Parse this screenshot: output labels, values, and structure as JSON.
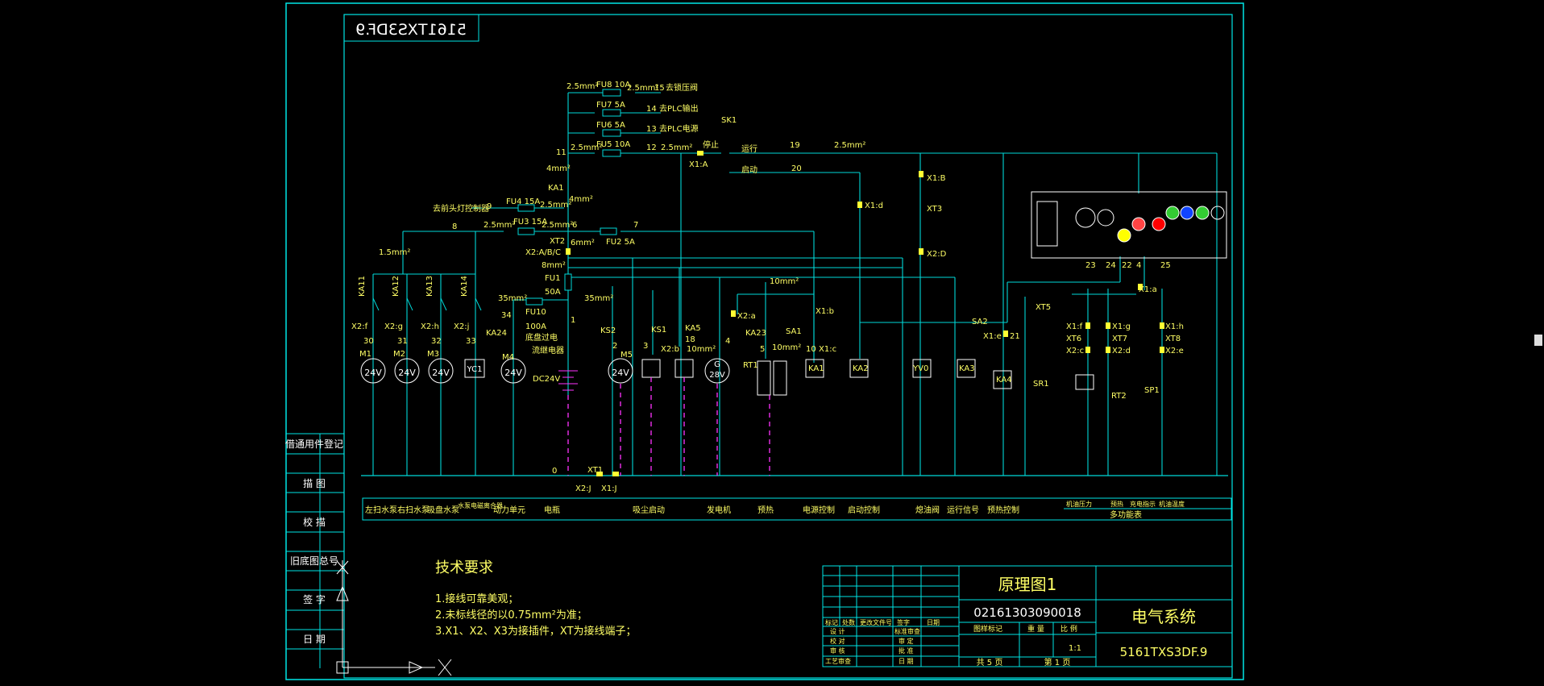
{
  "colors": {
    "background": "#000000",
    "border": "#00e5e5",
    "wire": "#00d8d8",
    "label": "#ffff66",
    "text": "#ffffff",
    "magenta": "#ff33ff",
    "green": "#33ff33",
    "dim_text": "#cccccc"
  },
  "drawing": {
    "mirrored_tag": "5161TXS3DF.9",
    "title": "原理图1",
    "system_name": "电气系统",
    "drawing_number": "02161303090018",
    "code": "5161TXS3DF.9",
    "scale": "1:1",
    "sheets_total": "共 5 页",
    "sheet_no": "第 1 页"
  },
  "title_block": {
    "row_labels": [
      "标记",
      "处数",
      "更改文件号",
      "签字",
      "日期"
    ],
    "roles": [
      "设 计",
      "校 对",
      "审 核",
      "工艺审查"
    ],
    "roles2": [
      "标准审查",
      "审 定",
      "批 准",
      "日 期"
    ],
    "stage_headers": [
      "图样标记",
      "重 量",
      "比 例"
    ]
  },
  "side_panel": [
    "借通用件登记",
    "描 图",
    "校 描",
    "旧底图总号",
    "签 字",
    "日 期"
  ],
  "tech": {
    "heading": "技术要求",
    "lines": [
      "1.接线可靠美观；",
      "2.未标线径的以0.75mm²为准；",
      "3.X1、X2、X3为接插件，XT为接线端子；"
    ]
  },
  "function_labels": [
    "左扫水泵",
    "右扫水泵",
    "吸盘水泵",
    "水泵电磁离合器",
    "动力单元",
    "电瓶",
    "吸尘启动",
    "发电机",
    "预热",
    "电源控制",
    "启动控制",
    "熄油阀",
    "运行信号",
    "预热控制",
    "多功能表"
  ],
  "function_sub": [
    "机油压力",
    "预热",
    "充电指示",
    "机油温度"
  ],
  "fuses": [
    {
      "name": "FU8 10A",
      "wire": "15",
      "dest": "去锁压阀"
    },
    {
      "name": "FU7 5A",
      "wire": "14",
      "dest": "去PLC输出"
    },
    {
      "name": "FU6 5A",
      "wire": "13",
      "dest": "去PLC电源"
    },
    {
      "name": "FU5 10A",
      "wire": "12",
      "dest": ""
    }
  ],
  "labels": {
    "sk1": "SK1",
    "stop": "停止",
    "run": "运行",
    "start": "启动",
    "w19": "19",
    "w20": "20",
    "w11": "11",
    "ka1": "KA1",
    "fu4": "FU4 15A",
    "fu3": "FU3 15A",
    "fu2": "FU2 5A",
    "w9": "9",
    "w8": "8",
    "w6": "6",
    "w7": "7",
    "lamp": "去前头灯控制器",
    "xt2": "XT2",
    "x2abc": "X2:A/B/C",
    "fu1": "FU1",
    "fu1v": "50A",
    "fu10": "FU10",
    "fu10v": "100A",
    "fu10n": "底盘过电",
    "fu10n2": "流继电器",
    "w34": "34",
    "w1": "1",
    "w2": "2",
    "w3": "3",
    "w4": "4",
    "w5": "5",
    "w18": "18",
    "w21": "21",
    "w10": "10",
    "ks1": "KS1",
    "ks2": "KS2",
    "ka5": "KA5",
    "ka23": "KA23",
    "sa1": "SA1",
    "sa2": "SA2",
    "ka24": "KA24",
    "dc": "DC24V",
    "g": "G",
    "g28": "28V",
    "rt1": "RT1",
    "rt2": "RT2",
    "sp1": "SP1",
    "sr1": "SR1",
    "ka2": "KA2",
    "ka3": "KA3",
    "ka4": "KA4",
    "yv0": "YV0",
    "yc1": "YC1",
    "xt1": "XT1",
    "xt3": "XT3",
    "xt5": "XT5",
    "x1a": "X1:A",
    "x1b": "X1:B",
    "x2d": "X2:D",
    "x1d": "X1:d",
    "x1b2": "X1:b",
    "x1c": "X1:c",
    "x1e": "X1:e",
    "x2a": "X2:a",
    "x2b": "X2:b",
    "x2j": "X2:J",
    "x1j": "X1:J",
    "x1a2": "X1:a",
    "w0": "0",
    "mm15": "1.5mm²",
    "mm25": "2.5mm²",
    "mm4": "4mm²",
    "mm6": "6mm²",
    "mm8": "8mm²",
    "mm10": "10mm²",
    "mm35": "35mm²",
    "mm10v": "10mm²",
    "n23": "23",
    "n24": "24",
    "n22": "22",
    "n4": "4",
    "n25": "25"
  },
  "relays": [
    {
      "name": "KA11",
      "x": "X2:f",
      "w": "30",
      "m": "M1"
    },
    {
      "name": "KA12",
      "x": "X2:g",
      "w": "31",
      "m": "M2"
    },
    {
      "name": "KA13",
      "x": "X2:h",
      "w": "32",
      "m": "M3"
    },
    {
      "name": "KA14",
      "x": "X2:j",
      "w": "33",
      "m": ""
    }
  ],
  "motor_voltage": "24V",
  "m4": "M4",
  "m5": "M5",
  "right_terms": [
    {
      "a": "X1:f",
      "b": "XT6",
      "c": "X2:c"
    },
    {
      "a": "X1:g",
      "b": "XT7",
      "c": "X2:d"
    },
    {
      "a": "X1:h",
      "b": "XT8",
      "c": "X2:e"
    }
  ]
}
